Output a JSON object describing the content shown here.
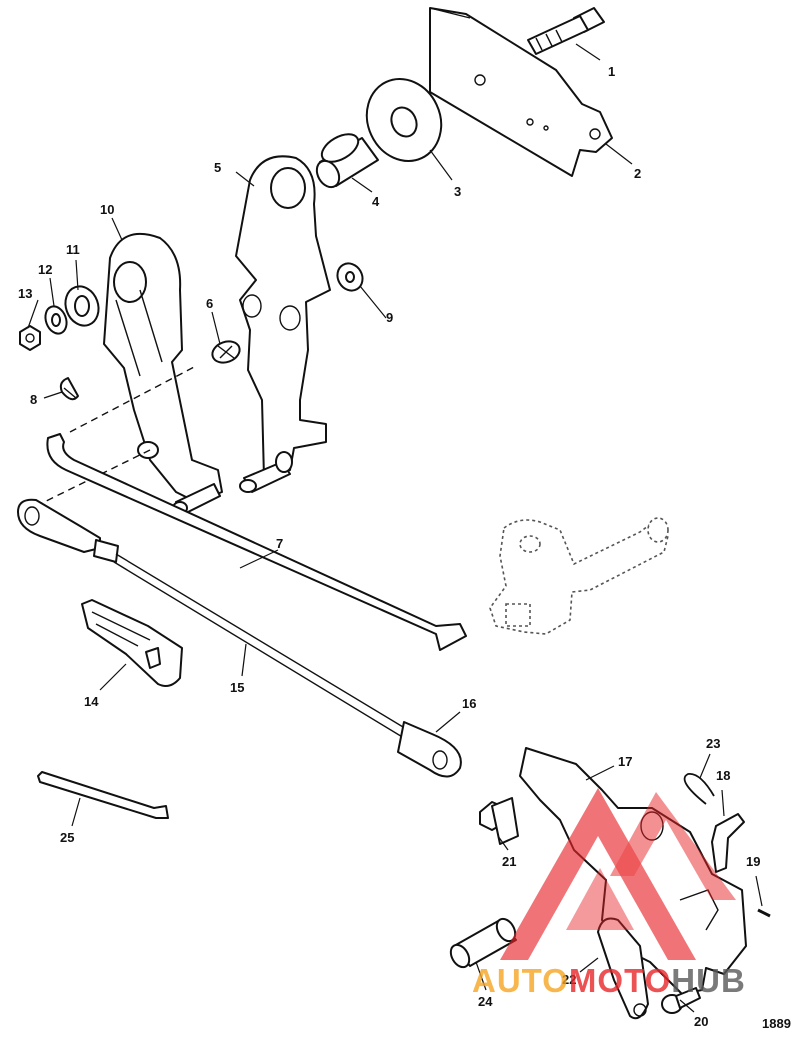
{
  "callouts": [
    {
      "id": "1",
      "label": "1"
    },
    {
      "id": "2",
      "label": "2"
    },
    {
      "id": "3",
      "label": "3"
    },
    {
      "id": "4",
      "label": "4"
    },
    {
      "id": "5",
      "label": "5"
    },
    {
      "id": "6",
      "label": "6"
    },
    {
      "id": "7",
      "label": "7"
    },
    {
      "id": "8",
      "label": "8"
    },
    {
      "id": "9",
      "label": "9"
    },
    {
      "id": "10",
      "label": "10"
    },
    {
      "id": "11",
      "label": "11"
    },
    {
      "id": "12",
      "label": "12"
    },
    {
      "id": "13",
      "label": "13"
    },
    {
      "id": "14",
      "label": "14"
    },
    {
      "id": "15",
      "label": "15"
    },
    {
      "id": "16",
      "label": "16"
    },
    {
      "id": "17",
      "label": "17"
    },
    {
      "id": "18",
      "label": "18"
    },
    {
      "id": "19",
      "label": "19"
    },
    {
      "id": "20",
      "label": "20"
    },
    {
      "id": "21",
      "label": "21"
    },
    {
      "id": "22",
      "label": "22"
    },
    {
      "id": "23",
      "label": "23"
    },
    {
      "id": "24",
      "label": "24"
    },
    {
      "id": "25",
      "label": "25"
    }
  ],
  "diagram_code": "1889",
  "watermark": {
    "part1": "AUTO",
    "part2": "MOTO",
    "part3": "HUB",
    "color_orange": "#f6a623",
    "color_red": "#e8262a",
    "color_gray": "#5a5a5a"
  }
}
